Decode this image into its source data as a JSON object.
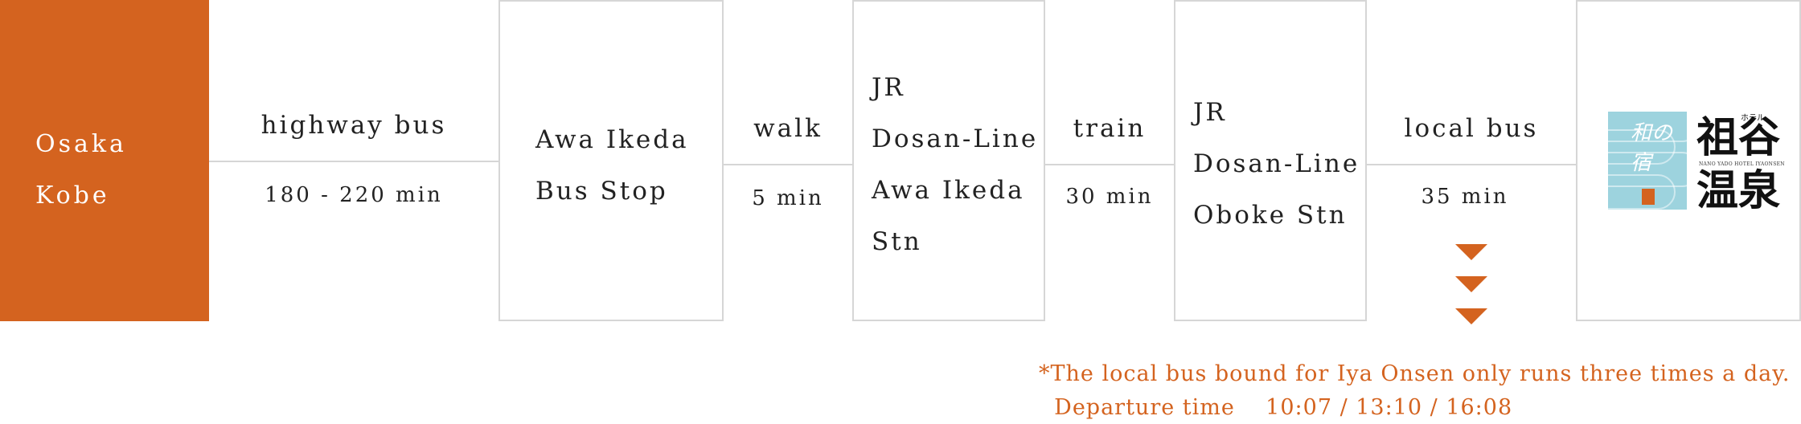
{
  "route": {
    "origin": {
      "lines": [
        "Osaka",
        "Kobe"
      ]
    },
    "legs": [
      {
        "mode": "highway bus",
        "duration": "180 - 220 min"
      },
      {
        "mode": "walk",
        "duration": "5 min"
      },
      {
        "mode": "train",
        "duration": "30 min"
      },
      {
        "mode": "local bus",
        "duration": "35 min"
      }
    ],
    "stops": [
      {
        "lines": [
          "Awa Ikeda",
          "Bus Stop"
        ]
      },
      {
        "lines": [
          "JR",
          "Dosan-Line",
          "Awa Ikeda",
          "Stn"
        ]
      },
      {
        "lines": [
          "JR",
          "Dosan-Line",
          "Oboke Stn"
        ]
      }
    ],
    "destination": {
      "logo_left_kanji": "和の宿",
      "logo_right_kana": "ホテル",
      "logo_right_kanji_top": "祖谷",
      "logo_right_kanji_bottom": "温泉",
      "logo_caption": "NANO YADO HOTEL IYAONSEN"
    }
  },
  "note": {
    "line1": "*The local bus bound for Iya Onsen only runs three times a day.",
    "line2": "  Departure time    10:07 / 13:10 / 16:08"
  },
  "colors": {
    "accent": "#d4631f",
    "border": "#d6d6d6",
    "logo_blue": "#9dd3de"
  }
}
